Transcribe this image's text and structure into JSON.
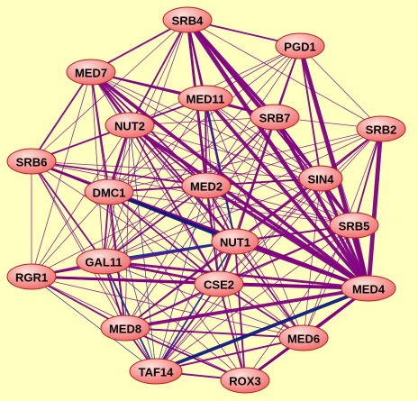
{
  "background_color": "#ffffc0",
  "edge_colors": {
    "purple": "#800080",
    "blue": "#1a2a9a",
    "navy": "#0b1a7a",
    "green": "#2f5a2f"
  },
  "node_style": {
    "fill_start": "#ffe0da",
    "fill_end": "#f07070",
    "stroke": "#b02020"
  },
  "nodes": [
    {
      "id": "SRB4",
      "label": "SRB4"
    },
    {
      "id": "PGD1",
      "label": "PGD1"
    },
    {
      "id": "MED7",
      "label": "MED7"
    },
    {
      "id": "MED11",
      "label": "MED11"
    },
    {
      "id": "NUT2",
      "label": "NUT2"
    },
    {
      "id": "SRB7",
      "label": "SRB7"
    },
    {
      "id": "SRB2",
      "label": "SRB2"
    },
    {
      "id": "SRB6",
      "label": "SRB6"
    },
    {
      "id": "SIN4",
      "label": "SIN4"
    },
    {
      "id": "DMC1",
      "label": "DMC1"
    },
    {
      "id": "MED2",
      "label": "MED2"
    },
    {
      "id": "SRB5",
      "label": "SRB5"
    },
    {
      "id": "NUT1",
      "label": "NUT1"
    },
    {
      "id": "GAL11",
      "label": "GAL11"
    },
    {
      "id": "RGR1",
      "label": "RGR1"
    },
    {
      "id": "CSE2",
      "label": "CSE2"
    },
    {
      "id": "MED4",
      "label": "MED4"
    },
    {
      "id": "MED8",
      "label": "MED8"
    },
    {
      "id": "MED6",
      "label": "MED6"
    },
    {
      "id": "TAF14",
      "label": "TAF14"
    },
    {
      "id": "ROX3",
      "label": "ROX3"
    }
  ],
  "edges": [
    {
      "s": "SRB4",
      "t": "MED4",
      "w": 5,
      "c": "purple"
    },
    {
      "s": "PGD1",
      "t": "MED4",
      "w": 5,
      "c": "purple"
    },
    {
      "s": "SRB2",
      "t": "MED4",
      "w": 5,
      "c": "purple"
    },
    {
      "s": "SRB7",
      "t": "MED4",
      "w": 4,
      "c": "purple"
    },
    {
      "s": "SIN4",
      "t": "MED4",
      "w": 4,
      "c": "purple"
    },
    {
      "s": "SRB5",
      "t": "MED4",
      "w": 4,
      "c": "purple"
    },
    {
      "s": "MED11",
      "t": "MED4",
      "w": 4,
      "c": "purple"
    },
    {
      "s": "MED7",
      "t": "MED4",
      "w": 4,
      "c": "purple"
    },
    {
      "s": "NUT2",
      "t": "MED4",
      "w": 4,
      "c": "purple"
    },
    {
      "s": "MED2",
      "t": "MED4",
      "w": 4,
      "c": "purple"
    },
    {
      "s": "DMC1",
      "t": "MED4",
      "w": 4,
      "c": "purple"
    },
    {
      "s": "NUT1",
      "t": "MED4",
      "w": 4,
      "c": "purple"
    },
    {
      "s": "SRB6",
      "t": "MED4",
      "w": 3,
      "c": "purple"
    },
    {
      "s": "GAL11",
      "t": "MED4",
      "w": 3,
      "c": "purple"
    },
    {
      "s": "RGR1",
      "t": "MED4",
      "w": 3,
      "c": "purple"
    },
    {
      "s": "CSE2",
      "t": "MED4",
      "w": 4,
      "c": "purple"
    },
    {
      "s": "MED8",
      "t": "MED4",
      "w": 4,
      "c": "purple"
    },
    {
      "s": "MED6",
      "t": "MED4",
      "w": 3,
      "c": "purple"
    },
    {
      "s": "TAF14",
      "t": "MED4",
      "w": 4,
      "c": "navy"
    },
    {
      "s": "ROX3",
      "t": "MED4",
      "w": 3,
      "c": "purple"
    },
    {
      "s": "SRB4",
      "t": "SRB7",
      "w": 4,
      "c": "purple"
    },
    {
      "s": "SRB4",
      "t": "SIN4",
      "w": 3,
      "c": "purple"
    },
    {
      "s": "SRB4",
      "t": "MED2",
      "w": 3,
      "c": "purple"
    },
    {
      "s": "SRB4",
      "t": "MED7",
      "w": 2,
      "c": "purple"
    },
    {
      "s": "SRB4",
      "t": "PGD1",
      "w": 2,
      "c": "purple"
    },
    {
      "s": "SRB4",
      "t": "NUT2",
      "w": 2,
      "c": "purple"
    },
    {
      "s": "SRB4",
      "t": "MED11",
      "w": 2,
      "c": "purple"
    },
    {
      "s": "SRB4",
      "t": "SRB2",
      "w": 1,
      "c": "purple"
    },
    {
      "s": "SRB4",
      "t": "SRB6",
      "w": 1,
      "c": "purple"
    },
    {
      "s": "SRB4",
      "t": "DMC1",
      "w": 1,
      "c": "purple"
    },
    {
      "s": "SRB4",
      "t": "SRB5",
      "w": 2,
      "c": "purple"
    },
    {
      "s": "SRB4",
      "t": "NUT1",
      "w": 2,
      "c": "purple"
    },
    {
      "s": "SRB4",
      "t": "CSE2",
      "w": 1,
      "c": "purple"
    },
    {
      "s": "SRB4",
      "t": "GAL11",
      "w": 1,
      "c": "purple"
    },
    {
      "s": "PGD1",
      "t": "SRB7",
      "w": 2,
      "c": "purple"
    },
    {
      "s": "PGD1",
      "t": "SIN4",
      "w": 2,
      "c": "purple"
    },
    {
      "s": "PGD1",
      "t": "MED11",
      "w": 1,
      "c": "purple"
    },
    {
      "s": "PGD1",
      "t": "SRB2",
      "w": 1,
      "c": "purple"
    },
    {
      "s": "PGD1",
      "t": "NUT2",
      "w": 1,
      "c": "purple"
    },
    {
      "s": "PGD1",
      "t": "MED2",
      "w": 1,
      "c": "purple"
    },
    {
      "s": "PGD1",
      "t": "DMC1",
      "w": 1,
      "c": "purple"
    },
    {
      "s": "PGD1",
      "t": "NUT1",
      "w": 1,
      "c": "purple"
    },
    {
      "s": "PGD1",
      "t": "SRB5",
      "w": 1,
      "c": "purple"
    },
    {
      "s": "PGD1",
      "t": "CSE2",
      "w": 1,
      "c": "purple"
    },
    {
      "s": "PGD1",
      "t": "GAL11",
      "w": 1,
      "c": "purple"
    },
    {
      "s": "MED7",
      "t": "NUT2",
      "w": 3,
      "c": "purple"
    },
    {
      "s": "MED7",
      "t": "MED11",
      "w": 2,
      "c": "purple"
    },
    {
      "s": "MED7",
      "t": "SRB7",
      "w": 2,
      "c": "purple"
    },
    {
      "s": "MED7",
      "t": "SRB6",
      "w": 2,
      "c": "purple"
    },
    {
      "s": "MED7",
      "t": "DMC1",
      "w": 2,
      "c": "purple"
    },
    {
      "s": "MED7",
      "t": "MED2",
      "w": 2,
      "c": "purple"
    },
    {
      "s": "MED7",
      "t": "NUT1",
      "w": 2,
      "c": "purple"
    },
    {
      "s": "MED7",
      "t": "CSE2",
      "w": 1,
      "c": "purple"
    },
    {
      "s": "MED7",
      "t": "SIN4",
      "w": 1,
      "c": "purple"
    },
    {
      "s": "MED7",
      "t": "GAL11",
      "w": 1,
      "c": "purple"
    },
    {
      "s": "MED7",
      "t": "RGR1",
      "w": 1,
      "c": "purple"
    },
    {
      "s": "MED7",
      "t": "MED8",
      "w": 1,
      "c": "purple"
    },
    {
      "s": "MED7",
      "t": "SRB5",
      "w": 1,
      "c": "purple"
    },
    {
      "s": "MED11",
      "t": "NUT2",
      "w": 2,
      "c": "purple"
    },
    {
      "s": "MED11",
      "t": "SRB7",
      "w": 2,
      "c": "purple"
    },
    {
      "s": "MED11",
      "t": "MED2",
      "w": 2,
      "c": "purple"
    },
    {
      "s": "MED11",
      "t": "NUT1",
      "w": 2,
      "c": "blue"
    },
    {
      "s": "MED11",
      "t": "SIN4",
      "w": 1,
      "c": "purple"
    },
    {
      "s": "MED11",
      "t": "DMC1",
      "w": 1,
      "c": "purple"
    },
    {
      "s": "MED11",
      "t": "CSE2",
      "w": 1,
      "c": "purple"
    },
    {
      "s": "MED11",
      "t": "SRB5",
      "w": 1,
      "c": "purple"
    },
    {
      "s": "MED11",
      "t": "SRB6",
      "w": 1,
      "c": "purple"
    },
    {
      "s": "MED11",
      "t": "GAL11",
      "w": 1,
      "c": "purple"
    },
    {
      "s": "MED11",
      "t": "MED6",
      "w": 1,
      "c": "purple"
    },
    {
      "s": "NUT2",
      "t": "DMC1",
      "w": 3,
      "c": "purple"
    },
    {
      "s": "NUT2",
      "t": "SRB6",
      "w": 2,
      "c": "purple"
    },
    {
      "s": "NUT2",
      "t": "MED2",
      "w": 2,
      "c": "purple"
    },
    {
      "s": "NUT2",
      "t": "NUT1",
      "w": 2,
      "c": "purple"
    },
    {
      "s": "NUT2",
      "t": "SRB7",
      "w": 1,
      "c": "purple"
    },
    {
      "s": "NUT2",
      "t": "SIN4",
      "w": 1,
      "c": "purple"
    },
    {
      "s": "NUT2",
      "t": "CSE2",
      "w": 2,
      "c": "purple"
    },
    {
      "s": "NUT2",
      "t": "GAL11",
      "w": 1,
      "c": "purple"
    },
    {
      "s": "NUT2",
      "t": "MED8",
      "w": 1,
      "c": "purple"
    },
    {
      "s": "NUT2",
      "t": "TAF14",
      "w": 1,
      "c": "blue"
    },
    {
      "s": "NUT2",
      "t": "RGR1",
      "w": 1,
      "c": "purple"
    },
    {
      "s": "NUT2",
      "t": "SRB5",
      "w": 1,
      "c": "purple"
    },
    {
      "s": "NUT2",
      "t": "MED6",
      "w": 1,
      "c": "purple"
    },
    {
      "s": "SRB7",
      "t": "SIN4",
      "w": 2,
      "c": "purple"
    },
    {
      "s": "SRB7",
      "t": "SRB2",
      "w": 1,
      "c": "purple"
    },
    {
      "s": "SRB7",
      "t": "MED2",
      "w": 2,
      "c": "purple"
    },
    {
      "s": "SRB7",
      "t": "SRB5",
      "w": 2,
      "c": "purple"
    },
    {
      "s": "SRB7",
      "t": "NUT1",
      "w": 2,
      "c": "purple"
    },
    {
      "s": "SRB7",
      "t": "DMC1",
      "w": 1,
      "c": "purple"
    },
    {
      "s": "SRB7",
      "t": "CSE2",
      "w": 1,
      "c": "purple"
    },
    {
      "s": "SRB7",
      "t": "GAL11",
      "w": 1,
      "c": "purple"
    },
    {
      "s": "SRB7",
      "t": "MED8",
      "w": 1,
      "c": "purple"
    },
    {
      "s": "SRB7",
      "t": "TAF14",
      "w": 1,
      "c": "purple"
    },
    {
      "s": "SRB2",
      "t": "SIN4",
      "w": 2,
      "c": "purple"
    },
    {
      "s": "SRB2",
      "t": "SRB5",
      "w": 2,
      "c": "purple"
    },
    {
      "s": "SRB2",
      "t": "MED2",
      "w": 1,
      "c": "purple"
    },
    {
      "s": "SRB2",
      "t": "NUT1",
      "w": 1,
      "c": "purple"
    },
    {
      "s": "SRB2",
      "t": "CSE2",
      "w": 1,
      "c": "purple"
    },
    {
      "s": "SRB2",
      "t": "DMC1",
      "w": 1,
      "c": "purple"
    },
    {
      "s": "SRB2",
      "t": "GAL11",
      "w": 1,
      "c": "purple"
    },
    {
      "s": "SRB2",
      "t": "MED8",
      "w": 1,
      "c": "purple"
    },
    {
      "s": "SRB2",
      "t": "MED6",
      "w": 1,
      "c": "purple"
    },
    {
      "s": "SRB2",
      "t": "TAF14",
      "w": 1,
      "c": "purple"
    },
    {
      "s": "SRB6",
      "t": "DMC1",
      "w": 2,
      "c": "purple"
    },
    {
      "s": "SRB6",
      "t": "MED2",
      "w": 2,
      "c": "purple"
    },
    {
      "s": "SRB6",
      "t": "GAL11",
      "w": 2,
      "c": "purple"
    },
    {
      "s": "SRB6",
      "t": "RGR1",
      "w": 1,
      "c": "purple"
    },
    {
      "s": "SRB6",
      "t": "NUT1",
      "w": 1,
      "c": "purple"
    },
    {
      "s": "SRB6",
      "t": "CSE2",
      "w": 1,
      "c": "purple"
    },
    {
      "s": "SRB6",
      "t": "MED8",
      "w": 1,
      "c": "purple"
    },
    {
      "s": "SRB6",
      "t": "TAF14",
      "w": 1,
      "c": "purple"
    },
    {
      "s": "SRB6",
      "t": "SIN4",
      "w": 1,
      "c": "purple"
    },
    {
      "s": "SRB6",
      "t": "SRB5",
      "w": 1,
      "c": "purple"
    },
    {
      "s": "SIN4",
      "t": "SRB5",
      "w": 2,
      "c": "purple"
    },
    {
      "s": "SIN4",
      "t": "MED2",
      "w": 2,
      "c": "purple"
    },
    {
      "s": "SIN4",
      "t": "NUT1",
      "w": 2,
      "c": "purple"
    },
    {
      "s": "SIN4",
      "t": "DMC1",
      "w": 1,
      "c": "purple"
    },
    {
      "s": "SIN4",
      "t": "CSE2",
      "w": 1,
      "c": "purple"
    },
    {
      "s": "SIN4",
      "t": "GAL11",
      "w": 1,
      "c": "purple"
    },
    {
      "s": "SIN4",
      "t": "MED8",
      "w": 1,
      "c": "purple"
    },
    {
      "s": "SIN4",
      "t": "TAF14",
      "w": 1,
      "c": "purple"
    },
    {
      "s": "SIN4",
      "t": "MED6",
      "w": 1,
      "c": "purple"
    },
    {
      "s": "DMC1",
      "t": "MED2",
      "w": 2,
      "c": "purple"
    },
    {
      "s": "DMC1",
      "t": "NUT1",
      "w": 4,
      "c": "navy"
    },
    {
      "s": "DMC1",
      "t": "GAL11",
      "w": 2,
      "c": "purple"
    },
    {
      "s": "DMC1",
      "t": "CSE2",
      "w": 2,
      "c": "purple"
    },
    {
      "s": "DMC1",
      "t": "RGR1",
      "w": 1,
      "c": "purple"
    },
    {
      "s": "DMC1",
      "t": "MED8",
      "w": 2,
      "c": "purple"
    },
    {
      "s": "DMC1",
      "t": "TAF14",
      "w": 1,
      "c": "blue"
    },
    {
      "s": "DMC1",
      "t": "ROX3",
      "w": 1,
      "c": "purple"
    },
    {
      "s": "DMC1",
      "t": "MED6",
      "w": 1,
      "c": "purple"
    },
    {
      "s": "DMC1",
      "t": "SRB5",
      "w": 1,
      "c": "purple"
    },
    {
      "s": "MED2",
      "t": "NUT1",
      "w": 2,
      "c": "purple"
    },
    {
      "s": "MED2",
      "t": "CSE2",
      "w": 2,
      "c": "purple"
    },
    {
      "s": "MED2",
      "t": "GAL11",
      "w": 2,
      "c": "purple"
    },
    {
      "s": "MED2",
      "t": "SRB5",
      "w": 1,
      "c": "purple"
    },
    {
      "s": "MED2",
      "t": "MED8",
      "w": 1,
      "c": "purple"
    },
    {
      "s": "MED2",
      "t": "RGR1",
      "w": 1,
      "c": "purple"
    },
    {
      "s": "MED2",
      "t": "TAF14",
      "w": 1,
      "c": "blue"
    },
    {
      "s": "MED2",
      "t": "MED6",
      "w": 1,
      "c": "purple"
    },
    {
      "s": "MED2",
      "t": "ROX3",
      "w": 1,
      "c": "purple"
    },
    {
      "s": "SRB5",
      "t": "NUT1",
      "w": 2,
      "c": "purple"
    },
    {
      "s": "SRB5",
      "t": "CSE2",
      "w": 2,
      "c": "purple"
    },
    {
      "s": "SRB5",
      "t": "GAL11",
      "w": 1,
      "c": "purple"
    },
    {
      "s": "SRB5",
      "t": "MED8",
      "w": 1,
      "c": "purple"
    },
    {
      "s": "SRB5",
      "t": "MED6",
      "w": 1,
      "c": "purple"
    },
    {
      "s": "SRB5",
      "t": "TAF14",
      "w": 1,
      "c": "purple"
    },
    {
      "s": "SRB5",
      "t": "ROX3",
      "w": 1,
      "c": "purple"
    },
    {
      "s": "NUT1",
      "t": "CSE2",
      "w": 3,
      "c": "purple"
    },
    {
      "s": "NUT1",
      "t": "GAL11",
      "w": 3,
      "c": "blue"
    },
    {
      "s": "NUT1",
      "t": "MED8",
      "w": 2,
      "c": "purple"
    },
    {
      "s": "NUT1",
      "t": "MED6",
      "w": 2,
      "c": "purple"
    },
    {
      "s": "NUT1",
      "t": "TAF14",
      "w": 2,
      "c": "blue"
    },
    {
      "s": "NUT1",
      "t": "ROX3",
      "w": 2,
      "c": "purple"
    },
    {
      "s": "NUT1",
      "t": "RGR1",
      "w": 2,
      "c": "purple"
    },
    {
      "s": "GAL11",
      "t": "CSE2",
      "w": 3,
      "c": "purple"
    },
    {
      "s": "GAL11",
      "t": "RGR1",
      "w": 2,
      "c": "purple"
    },
    {
      "s": "GAL11",
      "t": "MED8",
      "w": 2,
      "c": "purple"
    },
    {
      "s": "GAL11",
      "t": "TAF14",
      "w": 2,
      "c": "blue"
    },
    {
      "s": "GAL11",
      "t": "ROX3",
      "w": 1,
      "c": "purple"
    },
    {
      "s": "GAL11",
      "t": "MED6",
      "w": 1,
      "c": "purple"
    },
    {
      "s": "RGR1",
      "t": "CSE2",
      "w": 3,
      "c": "purple"
    },
    {
      "s": "RGR1",
      "t": "MED8",
      "w": 2,
      "c": "purple"
    },
    {
      "s": "RGR1",
      "t": "TAF14",
      "w": 1,
      "c": "blue"
    },
    {
      "s": "RGR1",
      "t": "ROX3",
      "w": 1,
      "c": "purple"
    },
    {
      "s": "RGR1",
      "t": "MED6",
      "w": 1,
      "c": "purple"
    },
    {
      "s": "CSE2",
      "t": "MED8",
      "w": 2,
      "c": "purple"
    },
    {
      "s": "CSE2",
      "t": "MED6",
      "w": 2,
      "c": "purple"
    },
    {
      "s": "CSE2",
      "t": "TAF14",
      "w": 2,
      "c": "purple"
    },
    {
      "s": "CSE2",
      "t": "ROX3",
      "w": 2,
      "c": "purple"
    },
    {
      "s": "MED8",
      "t": "TAF14",
      "w": 2,
      "c": "purple"
    },
    {
      "s": "MED8",
      "t": "ROX3",
      "w": 2,
      "c": "purple"
    },
    {
      "s": "MED8",
      "t": "MED6",
      "w": 2,
      "c": "purple"
    },
    {
      "s": "MED6",
      "t": "TAF14",
      "w": 2,
      "c": "purple"
    },
    {
      "s": "MED6",
      "t": "ROX3",
      "w": 2,
      "c": "purple"
    },
    {
      "s": "TAF14",
      "t": "ROX3",
      "w": 2,
      "c": "purple"
    },
    {
      "s": "MED6",
      "t": "MED4",
      "w": 3,
      "c": "purple"
    },
    {
      "s": "ROX3",
      "t": "MED4",
      "w": 3,
      "c": "purple"
    }
  ]
}
